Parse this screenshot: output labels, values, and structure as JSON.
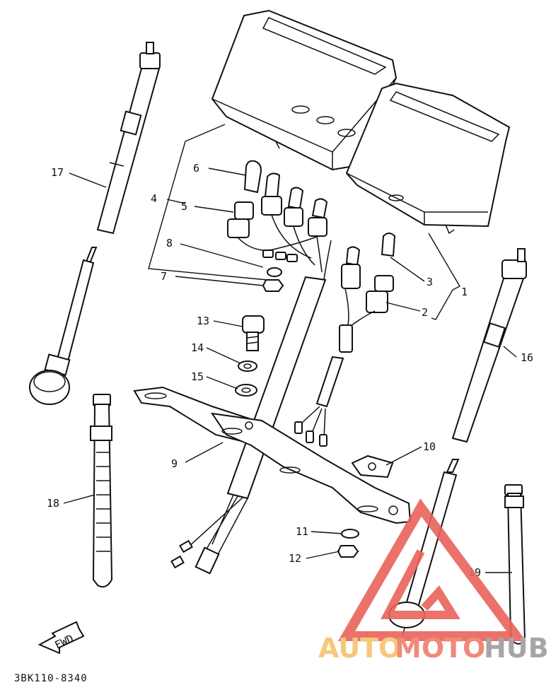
{
  "callouts": [
    {
      "id": "1",
      "label": "1"
    },
    {
      "id": "2",
      "label": "2"
    },
    {
      "id": "3",
      "label": "3"
    },
    {
      "id": "4",
      "label": "4"
    },
    {
      "id": "5",
      "label": "5"
    },
    {
      "id": "6",
      "label": "6"
    },
    {
      "id": "7",
      "label": "7"
    },
    {
      "id": "8",
      "label": "8"
    },
    {
      "id": "9",
      "label": "9"
    },
    {
      "id": "10",
      "label": "10"
    },
    {
      "id": "11",
      "label": "11"
    },
    {
      "id": "12",
      "label": "12"
    },
    {
      "id": "13",
      "label": "13"
    },
    {
      "id": "14",
      "label": "14"
    },
    {
      "id": "15",
      "label": "15"
    },
    {
      "id": "16",
      "label": "16"
    },
    {
      "id": "17",
      "label": "17"
    },
    {
      "id": "18",
      "label": "18"
    },
    {
      "id": "19",
      "label": "19"
    }
  ],
  "fwd_label": "FWD",
  "diagram_code": "3BK110-8340",
  "watermark": {
    "part1": "AUTO",
    "part2": "MOTO",
    "part3": "HUB",
    "color_auto": "#f7c77a",
    "color_moto": "#ef8a7a",
    "color_hub": "#a6a6a6",
    "logo_color": "#e8635a"
  }
}
